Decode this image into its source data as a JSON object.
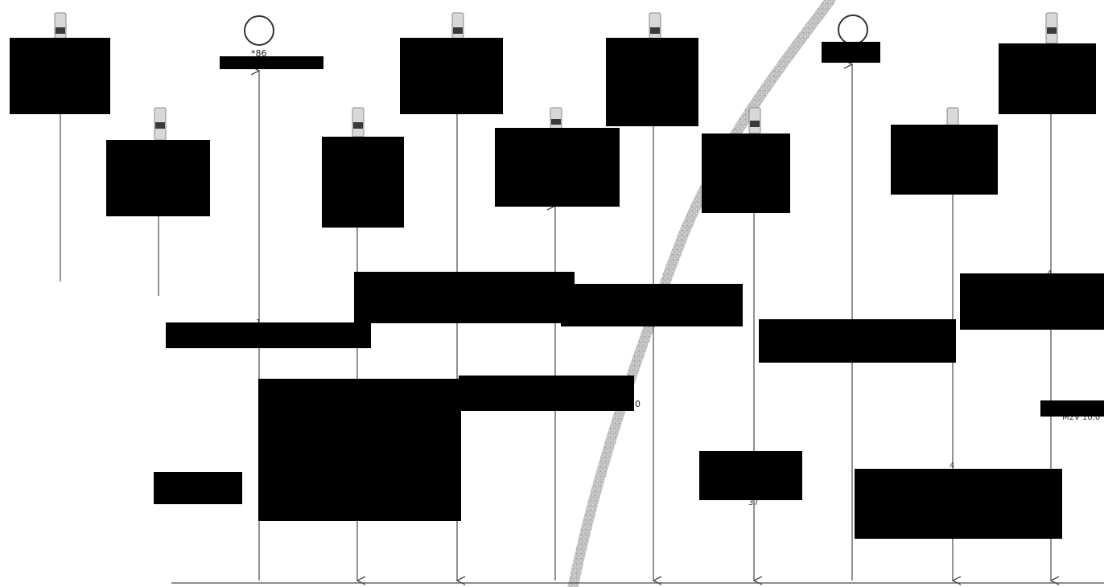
{
  "colors": {
    "redaction": "#000000",
    "line": "#4a4a4a",
    "scan_stroke": "#9a9a9a",
    "icon_light": "#d8d8d8",
    "icon_mid": "#8a8a8a"
  },
  "labels": {
    "star_86": "*86",
    "num_1": "1",
    "num_0": "0",
    "num_4_top": "4",
    "num_37": "37",
    "num_4_bottom": "4",
    "miv": "M2V 10,0"
  }
}
